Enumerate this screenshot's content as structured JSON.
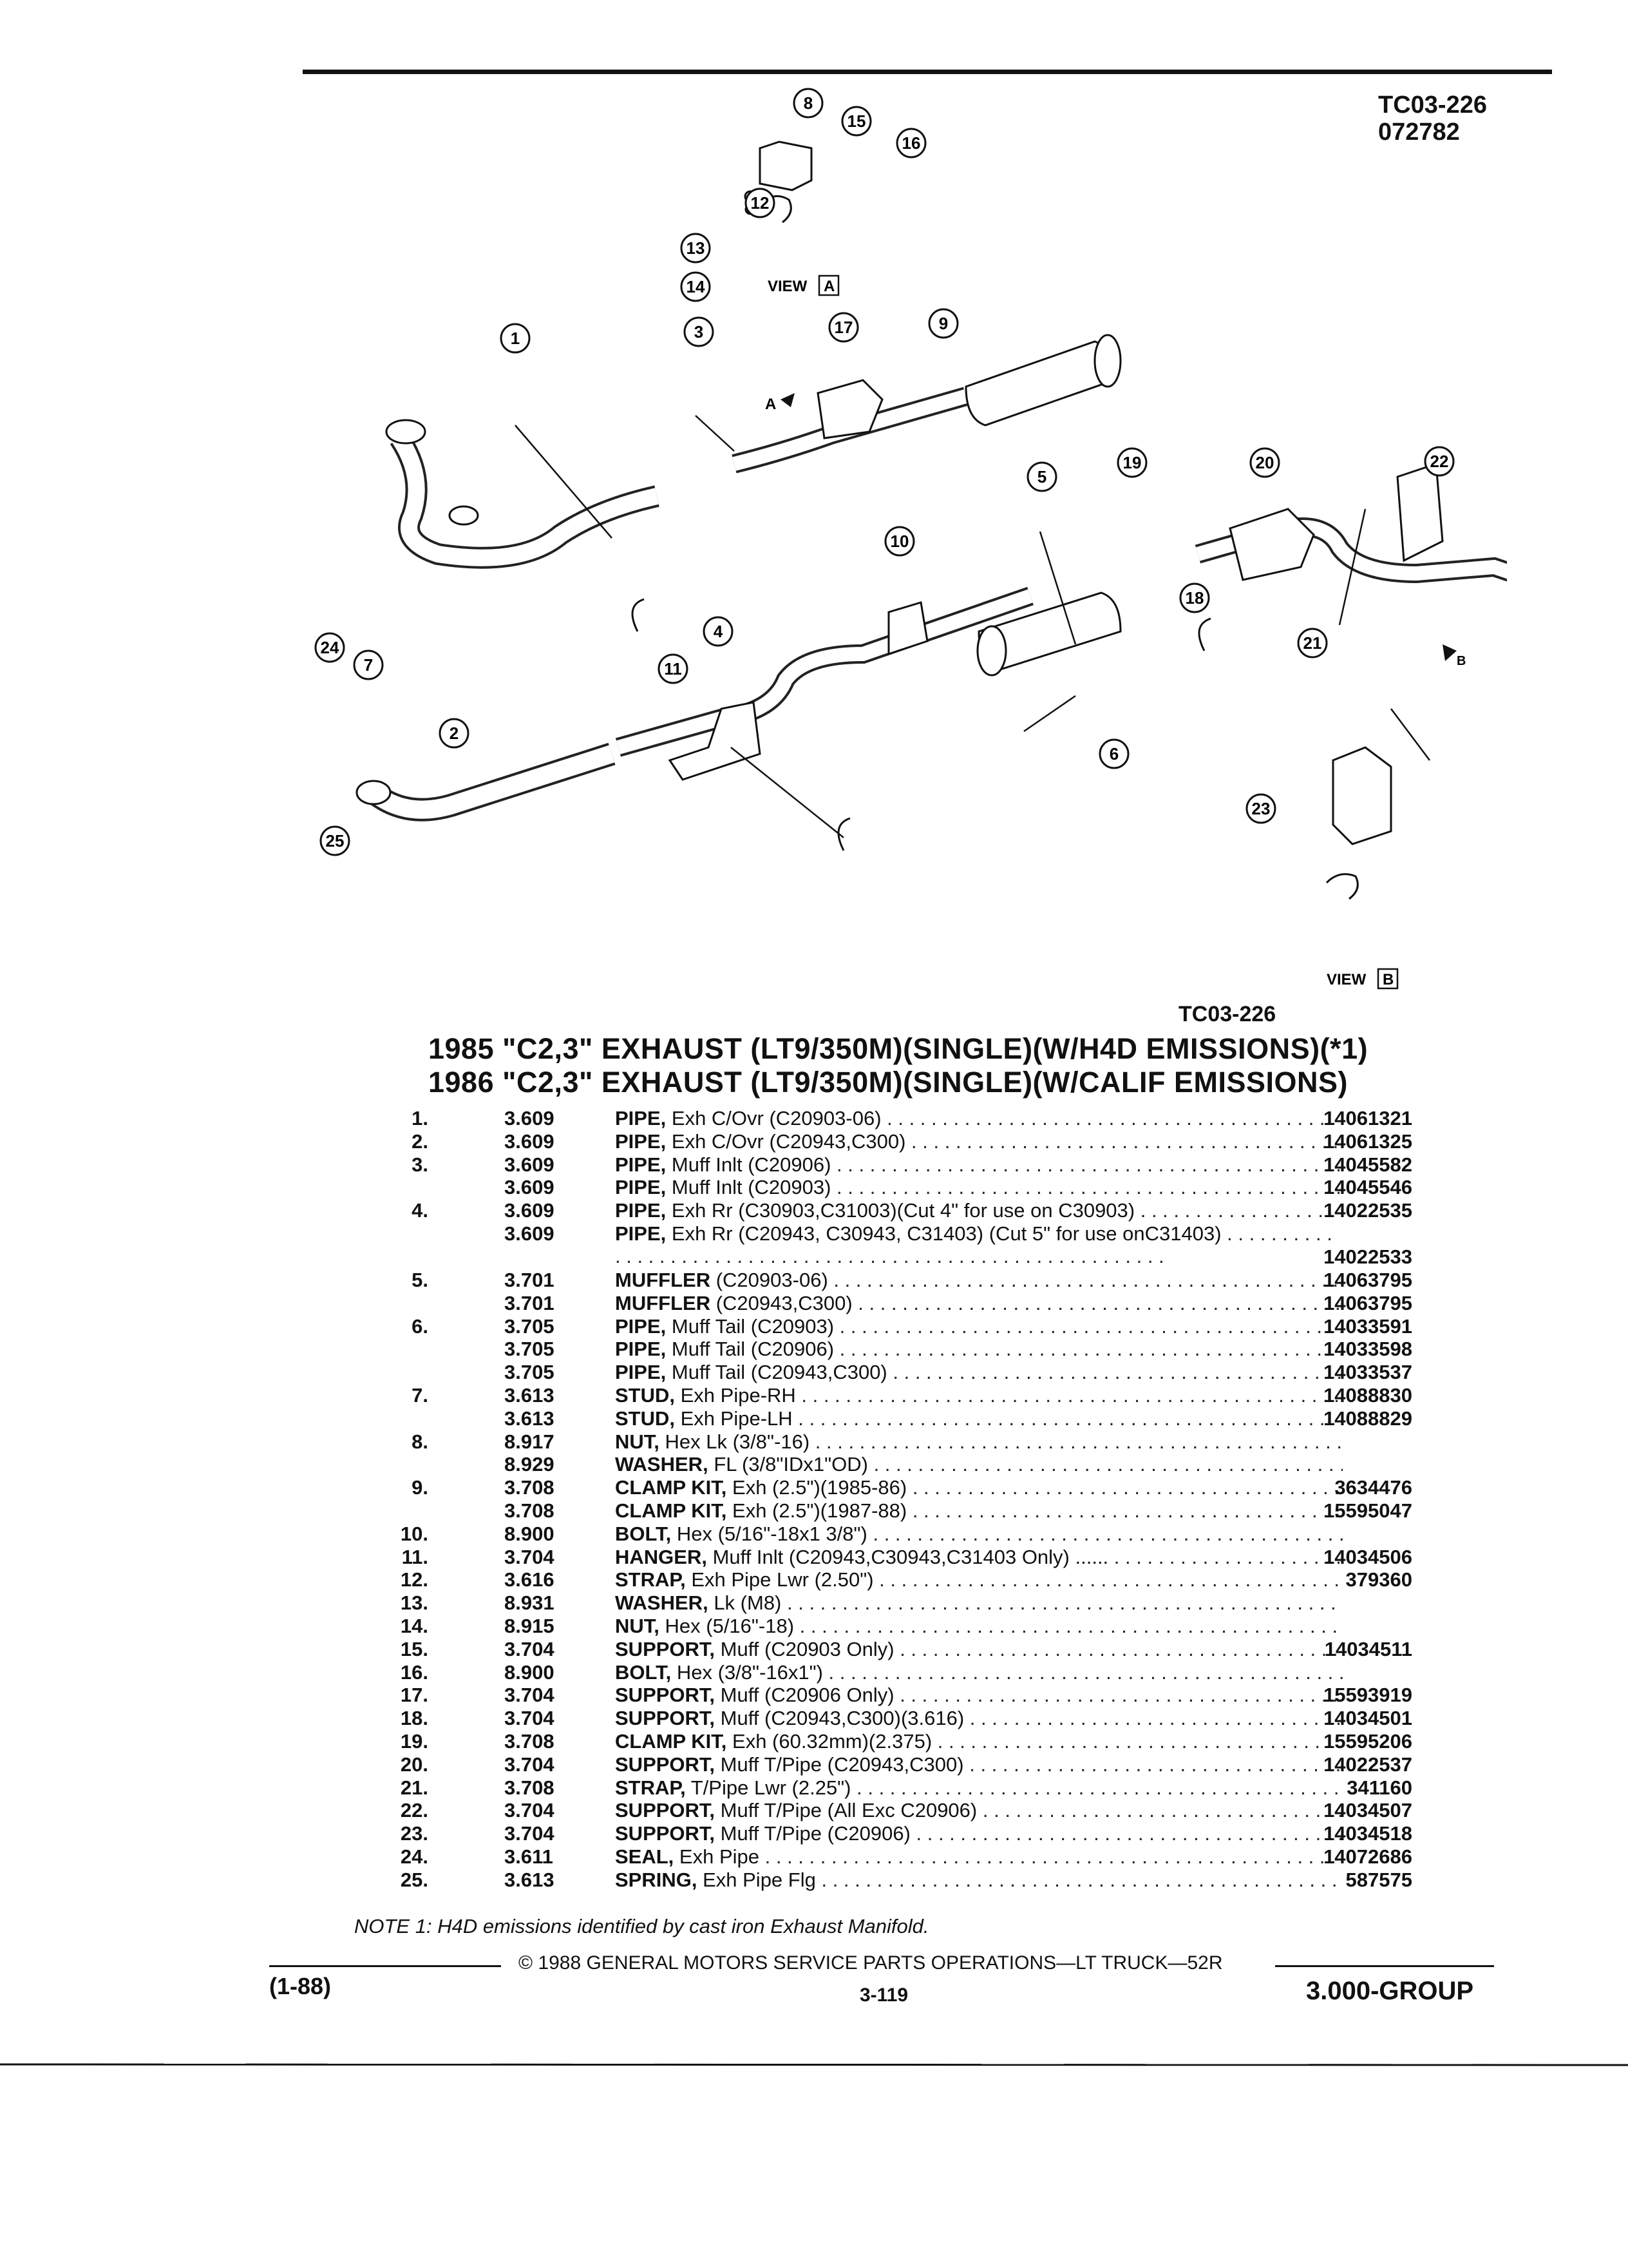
{
  "header": {
    "code_line1": "TC03-226",
    "code_line2": "072782"
  },
  "diagram": {
    "caption": "TC03-226",
    "view_a_label": "VIEW",
    "view_a_letter": "A",
    "view_b_label": "VIEW",
    "view_b_letter": "B",
    "arrow_a_letter": "A",
    "arrow_b_letter": "B",
    "callouts": [
      "1",
      "2",
      "3",
      "4",
      "5",
      "6",
      "7",
      "8",
      "9",
      "10",
      "11",
      "12",
      "13",
      "14",
      "15",
      "16",
      "17",
      "18",
      "19",
      "20",
      "21",
      "22",
      "23",
      "24",
      "25"
    ]
  },
  "titles": {
    "line1": "1985 \"C2,3\" EXHAUST (LT9/350M)(SINGLE)(W/H4D EMISSIONS)(*1)",
    "line2": "1986 \"C2,3\" EXHAUST (LT9/350M)(SINGLE)(W/CALIF EMISSIONS)"
  },
  "parts": [
    {
      "num": "1.",
      "grp": "3.609",
      "name": "PIPE,",
      "desc": "Exh C/Ovr (C20903-06)",
      "pn": "14061321"
    },
    {
      "num": "2.",
      "grp": "3.609",
      "name": "PIPE,",
      "desc": "Exh C/Ovr (C20943,C300)",
      "pn": "14061325"
    },
    {
      "num": "3.",
      "grp": "3.609",
      "name": "PIPE,",
      "desc": "Muff Inlt (C20906)",
      "pn": "14045582"
    },
    {
      "num": "",
      "grp": "3.609",
      "name": "PIPE,",
      "desc": "Muff Inlt (C20903)",
      "pn": "14045546"
    },
    {
      "num": "4.",
      "grp": "3.609",
      "name": "PIPE,",
      "desc": "Exh Rr (C30903,C31003)(Cut 4\" for use on C30903) .",
      "pn": "14022535"
    },
    {
      "num": "",
      "grp": "3.609",
      "name": "PIPE,",
      "desc": "Exh Rr (C20943, C30943, C31403) (Cut 5\" for use onC31403)",
      "pn": "14022533",
      "tall": true
    },
    {
      "num": "5.",
      "grp": "3.701",
      "name": "MUFFLER",
      "desc": "(C20903-06)",
      "pn": "14063795"
    },
    {
      "num": "",
      "grp": "3.701",
      "name": "MUFFLER",
      "desc": "(C20943,C300)",
      "pn": "14063795"
    },
    {
      "num": "6.",
      "grp": "3.705",
      "name": "PIPE,",
      "desc": "Muff Tail (C20903)",
      "pn": "14033591"
    },
    {
      "num": "",
      "grp": "3.705",
      "name": "PIPE,",
      "desc": "Muff Tail (C20906)",
      "pn": "14033598"
    },
    {
      "num": "",
      "grp": "3.705",
      "name": "PIPE,",
      "desc": "Muff Tail (C20943,C300)",
      "pn": "14033537"
    },
    {
      "num": "7.",
      "grp": "3.613",
      "name": "STUD,",
      "desc": "Exh Pipe-RH",
      "pn": "14088830"
    },
    {
      "num": "",
      "grp": "3.613",
      "name": "STUD,",
      "desc": "Exh Pipe-LH",
      "pn": "14088829"
    },
    {
      "num": "8.",
      "grp": "8.917",
      "name": "NUT,",
      "desc": "Hex Lk (3/8\"-16)",
      "pn": ""
    },
    {
      "num": "",
      "grp": "8.929",
      "name": "WASHER,",
      "desc": "FL (3/8\"IDx1\"OD)",
      "pn": ""
    },
    {
      "num": "9.",
      "grp": "3.708",
      "name": "CLAMP KIT,",
      "desc": "Exh (2.5\")(1985-86)",
      "pn": "3634476"
    },
    {
      "num": "",
      "grp": "3.708",
      "name": "CLAMP KIT,",
      "desc": "Exh (2.5\")(1987-88)",
      "pn": "15595047"
    },
    {
      "num": "10.",
      "grp": "8.900",
      "name": "BOLT,",
      "desc": "Hex (5/16\"-18x1 3/8\")",
      "pn": ""
    },
    {
      "num": "11.",
      "grp": "3.704",
      "name": "HANGER,",
      "desc": "Muff Inlt (C20943,C30943,C31403 Only) ......",
      "pn": "14034506"
    },
    {
      "num": "12.",
      "grp": "3.616",
      "name": "STRAP,",
      "desc": "Exh Pipe Lwr (2.50\")",
      "pn": "379360"
    },
    {
      "num": "13.",
      "grp": "8.931",
      "name": "WASHER,",
      "desc": "Lk (M8)",
      "pn": ""
    },
    {
      "num": "14.",
      "grp": "8.915",
      "name": "NUT,",
      "desc": "Hex (5/16\"-18)",
      "pn": ""
    },
    {
      "num": "15.",
      "grp": "3.704",
      "name": "SUPPORT,",
      "desc": "Muff (C20903 Only)",
      "pn": "14034511"
    },
    {
      "num": "16.",
      "grp": "8.900",
      "name": "BOLT,",
      "desc": "Hex (3/8\"-16x1\")",
      "pn": ""
    },
    {
      "num": "17.",
      "grp": "3.704",
      "name": "SUPPORT,",
      "desc": "Muff (C20906 Only)",
      "pn": "15593919"
    },
    {
      "num": "18.",
      "grp": "3.704",
      "name": "SUPPORT,",
      "desc": "Muff (C20943,C300)(3.616)",
      "pn": "14034501"
    },
    {
      "num": "19.",
      "grp": "3.708",
      "name": "CLAMP KIT,",
      "desc": "Exh (60.32mm)(2.375)",
      "pn": "15595206"
    },
    {
      "num": "20.",
      "grp": "3.704",
      "name": "SUPPORT,",
      "desc": "Muff T/Pipe (C20943,C300)",
      "pn": "14022537"
    },
    {
      "num": "21.",
      "grp": "3.708",
      "name": "STRAP,",
      "desc": "T/Pipe Lwr (2.25\")",
      "pn": "341160"
    },
    {
      "num": "22.",
      "grp": "3.704",
      "name": "SUPPORT,",
      "desc": "Muff T/Pipe (All Exc C20906)",
      "pn": "14034507"
    },
    {
      "num": "23.",
      "grp": "3.704",
      "name": "SUPPORT,",
      "desc": "Muff T/Pipe (C20906)",
      "pn": "14034518"
    },
    {
      "num": "24.",
      "grp": "3.611",
      "name": "SEAL,",
      "desc": "Exh Pipe",
      "pn": "14072686"
    },
    {
      "num": "25.",
      "grp": "3.613",
      "name": "SPRING,",
      "desc": "Exh Pipe Flg",
      "pn": "587575"
    }
  ],
  "note": "NOTE 1: H4D emissions identified by cast iron Exhaust Manifold.",
  "footer": {
    "copyright": "© 1988 GENERAL MOTORS SERVICE PARTS OPERATIONS—LT TRUCK—52R",
    "date_code": "(1-88)",
    "page": "3-119",
    "group": "3.000-GROUP"
  }
}
